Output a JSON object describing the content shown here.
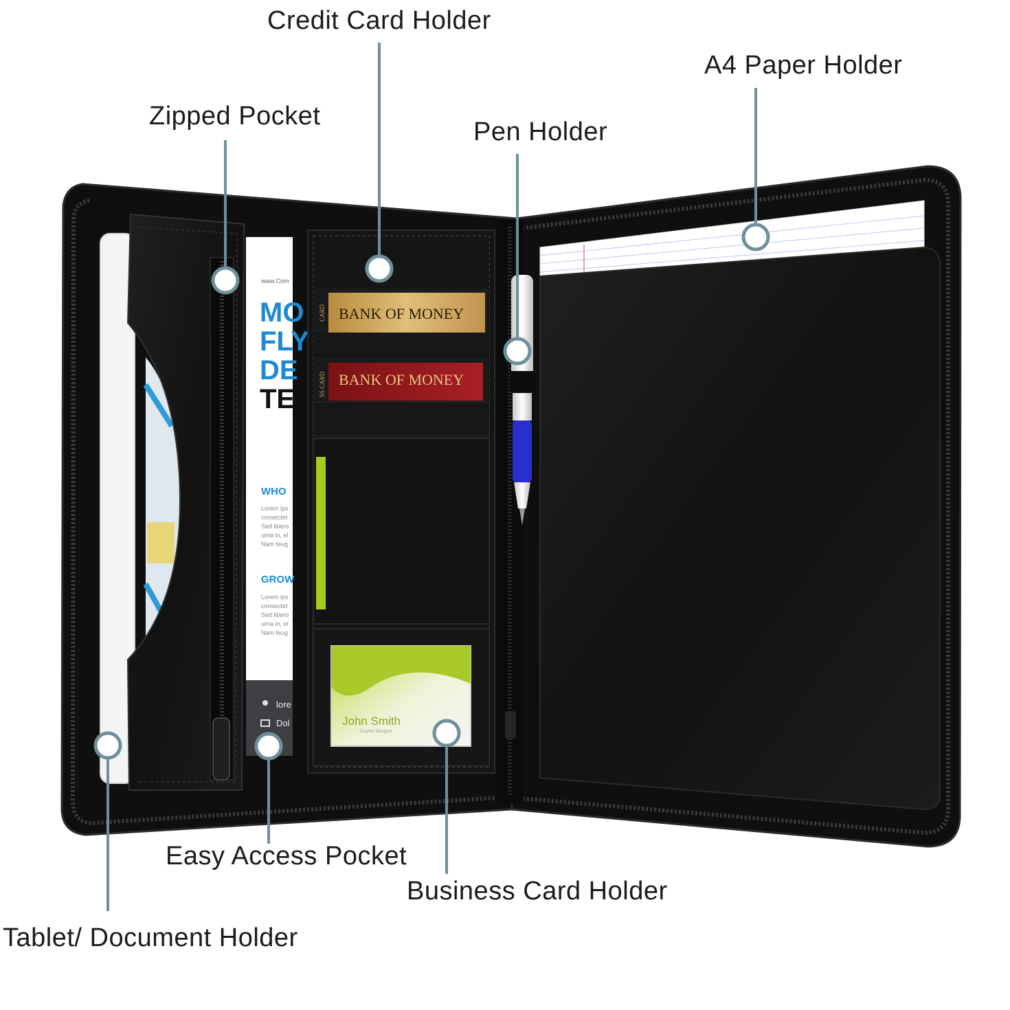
{
  "callouts": {
    "credit_card_holder": "Credit Card Holder",
    "a4_paper_holder": "A4 Paper Holder",
    "zipped_pocket": "Zipped Pocket",
    "pen_holder": "Pen Holder",
    "easy_access_pocket": "Easy Access Pocket",
    "business_card_holder": "Business Card Holder",
    "tablet_document_holder": "Tablet/ Document Holder"
  },
  "cards": {
    "card1_text": "BANK OF MONEY",
    "card1_side": "CARD",
    "card2_text": "BANK OF MONEY",
    "card2_side": "SS CARD"
  },
  "brochure": {
    "url": "www.Com",
    "head1": "MO",
    "head2": "FLY",
    "head3": "DE",
    "head4": "TE",
    "section1": "WHO",
    "section2": "GROW",
    "lorem1": "Lorem ips",
    "lorem2": "consectet",
    "lorem3": "Sed libero",
    "lorem4": "urna in, el",
    "lorem5": "Nam feug",
    "footer1": "lore",
    "footer2": "Dol"
  },
  "business_card": {
    "name": "John Smith",
    "title": "Graphic Designer"
  },
  "colors": {
    "leather": "#141414",
    "leader": "#6f8f99",
    "gold_card": "#c9a25a",
    "red_card": "#8e1a1c",
    "pen_blue": "#2c2fd0",
    "lime": "#a8cc1e"
  }
}
